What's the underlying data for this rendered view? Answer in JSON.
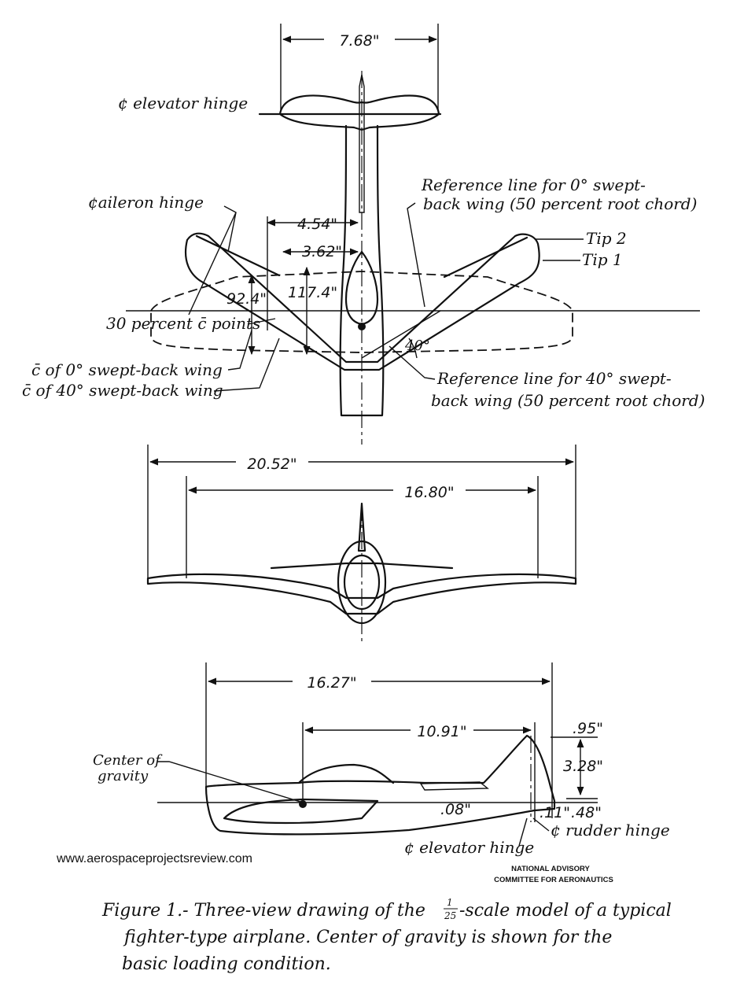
{
  "top_view": {
    "dim_tail_span": "7.68\"",
    "label_elevator_hinge": "¢ elevator hinge",
    "label_aileron_hinge": "¢aileron hinge",
    "ref_0_line1": "Reference line for 0° swept-",
    "ref_0_line2": "back wing (50 percent root chord)",
    "tip2": "Tip 2",
    "tip1": "Tip 1",
    "dim_454": "4.54\"",
    "dim_362": "3.62\"",
    "dim_924": "92.4\"",
    "dim_1174": "117.4\"",
    "label_30pct": "30 percent c̄ points",
    "label_cbar0": "c̄ of 0° swept-back wing",
    "label_cbar40": "c̄ of 40° swept-back wing",
    "angle_40": "40°",
    "ref_40_line1": "Reference line for 40° swept-",
    "ref_40_line2": "back wing (50 percent root chord)"
  },
  "front_view": {
    "dim_span_outer": "20.52\"",
    "dim_span_inner": "16.80\""
  },
  "side_view": {
    "dim_length": "16.27\"",
    "dim_1091": "10.91\"",
    "dim_95": ".95\"",
    "dim_328": "3.28\"",
    "dim_48": ".48\"",
    "dim_11": ".11\"",
    "dim_08": ".08\"",
    "label_cg_line1": "Center of",
    "label_cg_line2": "gravity",
    "label_rudder_hinge": "¢ rudder hinge",
    "label_elevator_hinge": "¢ elevator hinge"
  },
  "watermark_url": "www.aerospaceprojectsreview.com",
  "naca_line1": "NATIONAL ADVISORY",
  "naca_line2": "COMMITTEE FOR AERONAUTICS",
  "caption": {
    "line1_a": "Figure 1.- Three-view drawing of the",
    "frac_num": "1",
    "frac_den": "25",
    "line1_b": "-scale model of a typical",
    "line2": "fighter-type airplane. Center of gravity is shown for the",
    "line3": "basic loading condition."
  }
}
